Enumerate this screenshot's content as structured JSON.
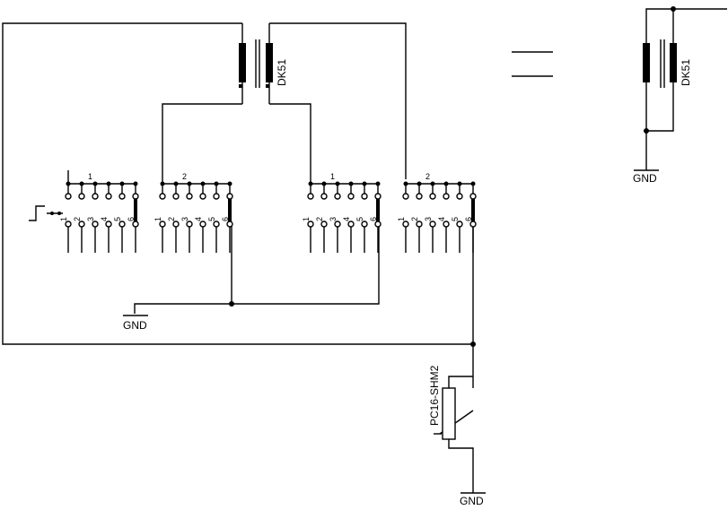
{
  "labels": {
    "transformer": "DK51",
    "transformer_right": "DK51",
    "resistor": "PC16-SHM2",
    "gnd_left": "GND",
    "gnd_bottom": "GND",
    "gnd_right": "GND",
    "switch1_name": "1",
    "switch2_name": "2",
    "switch3_name": "1",
    "switch4_name": "2"
  },
  "pins": [
    "1",
    "2",
    "3",
    "4",
    "5",
    "6"
  ]
}
